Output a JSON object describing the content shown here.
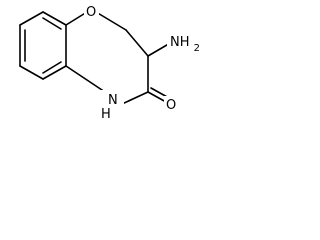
{
  "molecule": {
    "atoms": {
      "oxygen_ring": "O",
      "amino_group": "NH",
      "amino_subscript": "2",
      "ring_nh": "N",
      "ring_nh_hydrogen": "H",
      "carbonyl_oxygen": "O"
    }
  }
}
